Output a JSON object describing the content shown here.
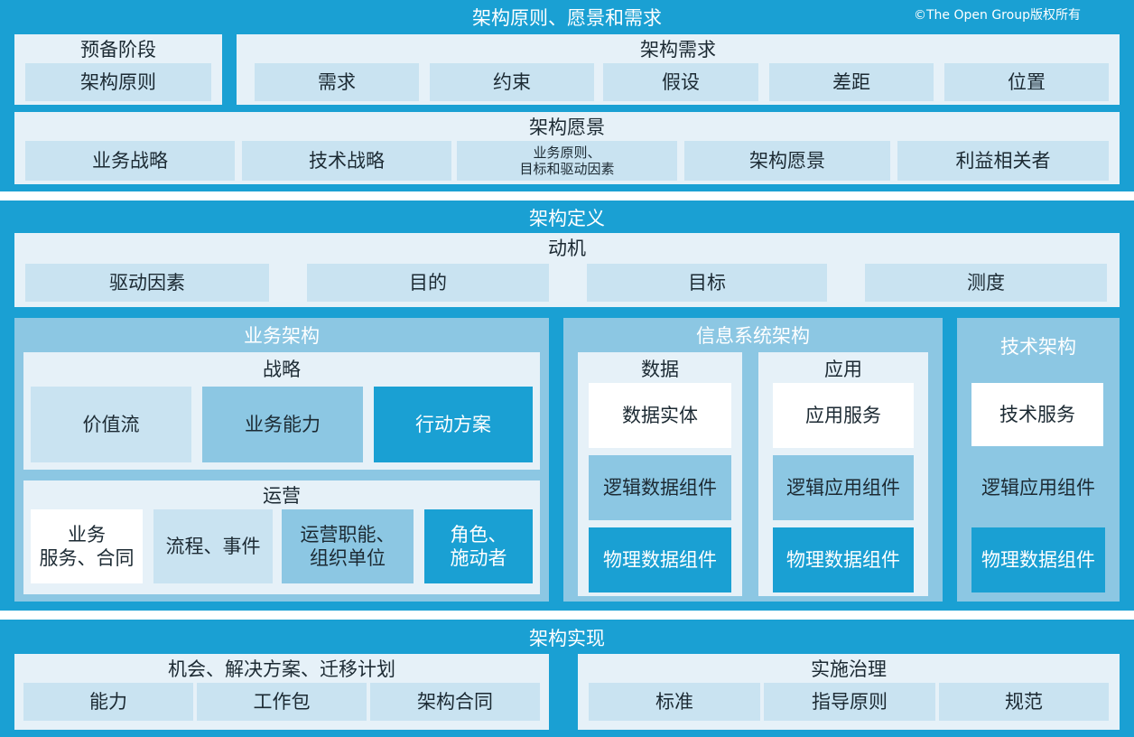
{
  "section1": {
    "title": "架构原则、愿景和需求",
    "copyright": "©The Open Group版权所有",
    "preliminary": {
      "title": "预备阶段",
      "item": "架构原则"
    },
    "requirements": {
      "title": "架构需求",
      "items": [
        "需求",
        "约束",
        "假设",
        "差距",
        "位置"
      ]
    },
    "vision": {
      "title": "架构愿景",
      "items": [
        "业务战略",
        "技术战略",
        "业务原则、\n目标和驱动因素",
        "架构愿景",
        "利益相关者"
      ]
    }
  },
  "section2": {
    "title": "架构定义",
    "motivation": {
      "title": "动机",
      "items": [
        "驱动因素",
        "目的",
        "目标",
        "测度"
      ]
    },
    "business": {
      "title": "业务架构",
      "strategy": {
        "title": "战略",
        "items": [
          "价值流",
          "业务能力",
          "行动方案"
        ]
      },
      "operation": {
        "title": "运营",
        "items": [
          "业务\n服务、合同",
          "流程、事件",
          "运营职能、\n组织单位",
          "角色、\n施动者"
        ]
      }
    },
    "is": {
      "title": "信息系统架构",
      "data": {
        "title": "数据",
        "items": [
          "数据实体",
          "逻辑数据组件",
          "物理数据组件"
        ]
      },
      "app": {
        "title": "应用",
        "items": [
          "应用服务",
          "逻辑应用组件",
          "物理数据组件"
        ]
      }
    },
    "tech": {
      "title": "技术架构",
      "items": [
        "技术服务",
        "逻辑应用组件",
        "物理数据组件"
      ]
    }
  },
  "section3": {
    "title": "架构实现",
    "opportunities": {
      "title": "机会、解决方案、迁移计划",
      "items": [
        "能力",
        "工作包",
        "架构合同"
      ]
    },
    "governance": {
      "title": "实施治理",
      "items": [
        "标准",
        "指导原则",
        "规范"
      ]
    }
  }
}
